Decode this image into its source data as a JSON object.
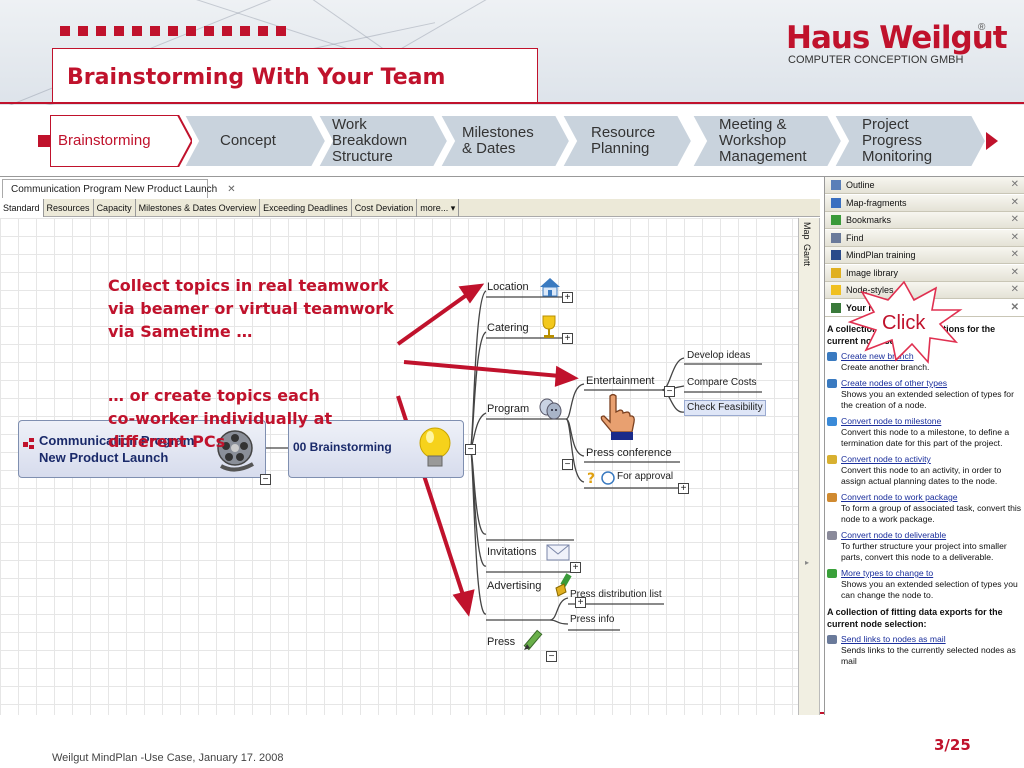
{
  "slide": {
    "title": "Brainstorming With Your Team",
    "footer": "Weilgut MindPlan -Use Case, January 17. 2008",
    "page": "3/25"
  },
  "logo": {
    "brand": "Haus Weilgut",
    "registered": "®",
    "tagline": "COMPUTER CONCEPTION   GMBH"
  },
  "process": [
    {
      "label": "Brainstorming",
      "active": true
    },
    {
      "label": "Concept"
    },
    {
      "label": "Work\nBreakdown\nStructure"
    },
    {
      "label": "Milestones\n& Dates"
    },
    {
      "label": "Resource\nPlanning"
    },
    {
      "label": "Meeting &\nWorkshop\nManagement"
    },
    {
      "label": "Project\nProgress\nMonitoring"
    }
  ],
  "app": {
    "doc_tab": "Communication Program New Product Launch",
    "view_tabs": [
      "Standard",
      "Resources",
      "Capacity",
      "Milestones & Dates Overview",
      "Exceeding Deadlines",
      "Cost Deviation",
      "more... ▾"
    ],
    "side_tabs": [
      "Map",
      "Gantt"
    ],
    "right_panel": {
      "rows": [
        {
          "label": "Outline",
          "icon_color": "#5a7fb8"
        },
        {
          "label": "Map-fragments",
          "icon_color": "#3a6fc0"
        },
        {
          "label": "Bookmarks",
          "icon_color": "#3a9a3a"
        },
        {
          "label": "Find",
          "icon_color": "#6a7a9a"
        },
        {
          "label": "MindPlan training",
          "icon_color": "#2a4a8a"
        },
        {
          "label": "Image library",
          "icon_color": "#e0b020"
        },
        {
          "label": "Node-styles",
          "icon_color": "#f0c020"
        },
        {
          "label": "Your n",
          "icon_color": "#3a7a3a"
        }
      ],
      "heading1": "A collection of fitting operations for the current node selection:",
      "items": [
        {
          "link": "Create new branch",
          "desc": "Create another branch.",
          "color": "#3a7ac0"
        },
        {
          "link": "Create nodes of other types",
          "desc": "Shows you an extended selection of types for the creation of a node.",
          "color": "#3a7ac0"
        },
        {
          "link": "Convert node to milestone",
          "desc": "Convert this node to a milestone, to define a termination date for this part of the project.",
          "color": "#3a8ad8"
        },
        {
          "link": "Convert node to activity",
          "desc": "Convert this node to an activity, in order to assign actual planning dates to the node.",
          "color": "#d8b030"
        },
        {
          "link": "Convert node to work package",
          "desc": "To form a group of associated task, convert this node to a work package.",
          "color": "#d08a30"
        },
        {
          "link": "Convert node to deliverable",
          "desc": "To further structure your project into smaller parts, convert this node to a deliverable.",
          "color": "#8a8a9a"
        },
        {
          "link": "More types to change to",
          "desc": "Shows you an extended selection of types you can change the node to.",
          "color": "#3aa03a"
        }
      ],
      "heading2": "A collection of fitting data exports for the current node selection:",
      "items2": [
        {
          "link": "Send links to nodes as mail",
          "desc": "Sends links to the currently selected nodes as mail",
          "color": "#6a7a9a"
        }
      ]
    },
    "click_label": "Click"
  },
  "mindmap": {
    "root": "Communication Program\nNew Product Launch",
    "center": "00 Brainstorming",
    "branches": {
      "location": "Location",
      "catering": "Catering",
      "program": "Program",
      "invitations": "Invitations",
      "advertising": "Advertising",
      "press": "Press"
    },
    "program_children": {
      "entertainment": "Entertainment",
      "press_conference": "Press conference",
      "for_approval": "For approval"
    },
    "entertainment_children": [
      "Develop ideas",
      "Compare Costs",
      "Check Feasibility"
    ],
    "press_children": [
      "Press distribution list",
      "Press info"
    ]
  },
  "annotations": {
    "top": "Collect topics in real teamwork\nvia beamer or virtual teamwork\nvia Sametime …",
    "mid": "… or create topics each\nco-worker individually at\ndifferent PCs"
  },
  "colors": {
    "accent": "#c0122c",
    "link": "#1b2f9c",
    "selected_node": "#dfe6f7"
  }
}
